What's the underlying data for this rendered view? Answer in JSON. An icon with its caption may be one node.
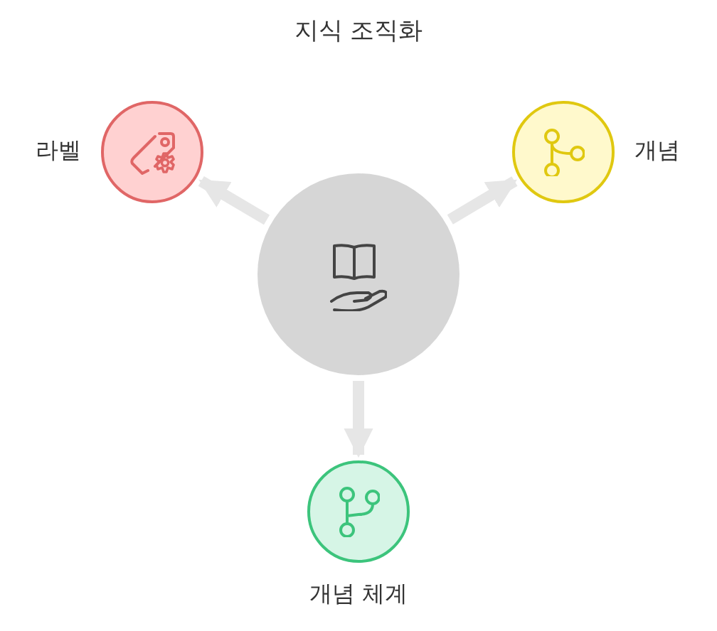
{
  "diagram": {
    "title": "지식 조직화",
    "nodes": [
      {
        "text": [],
        "shape": "circle"
      },
      {
        "text": [
          "라벨"
        ]
      },
      {
        "text": [
          "개념"
        ]
      },
      {
        "text": [
          "개념 체계"
        ]
      }
    ],
    "edges": [
      {
        "from": 0,
        "to": 1,
        "arrow": "to"
      },
      {
        "from": 0,
        "to": 2,
        "arrow": "to"
      },
      {
        "from": 0,
        "to": 3,
        "arrow": "to"
      }
    ]
  }
}
